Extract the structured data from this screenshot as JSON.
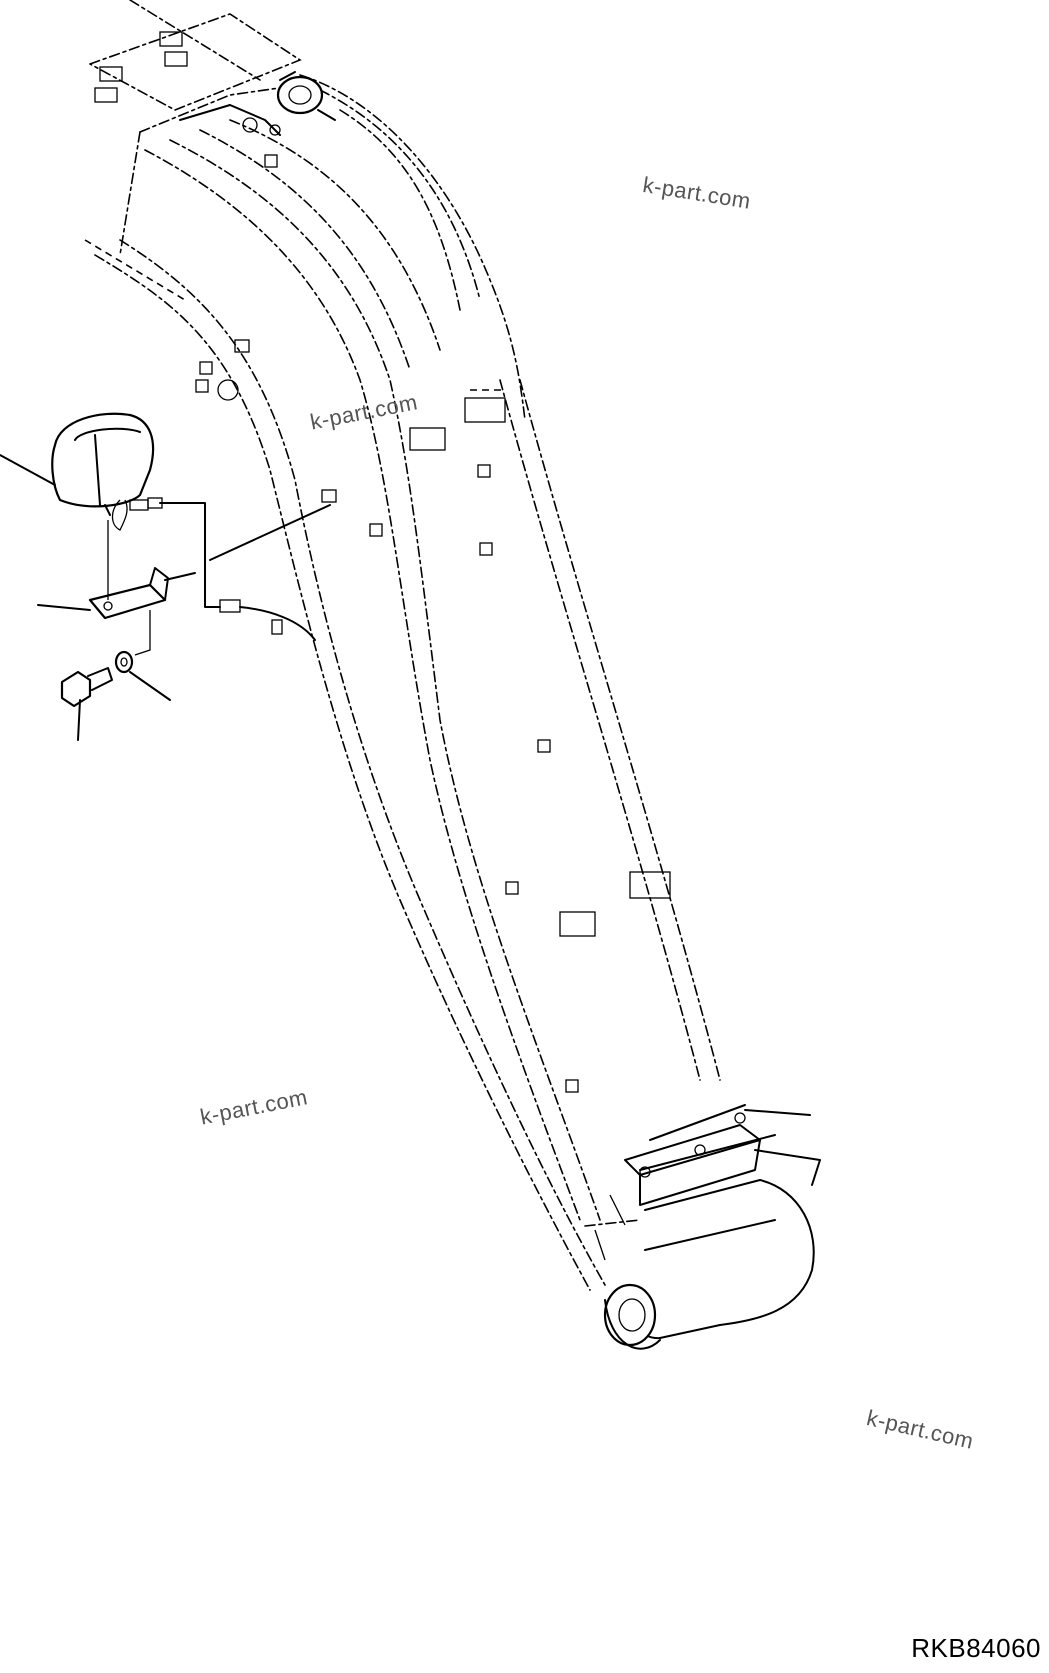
{
  "watermarks": [
    "k-part.com",
    "k-part.com",
    "k-part.com",
    "k-part.com"
  ],
  "drawing_code": "RKB84060"
}
